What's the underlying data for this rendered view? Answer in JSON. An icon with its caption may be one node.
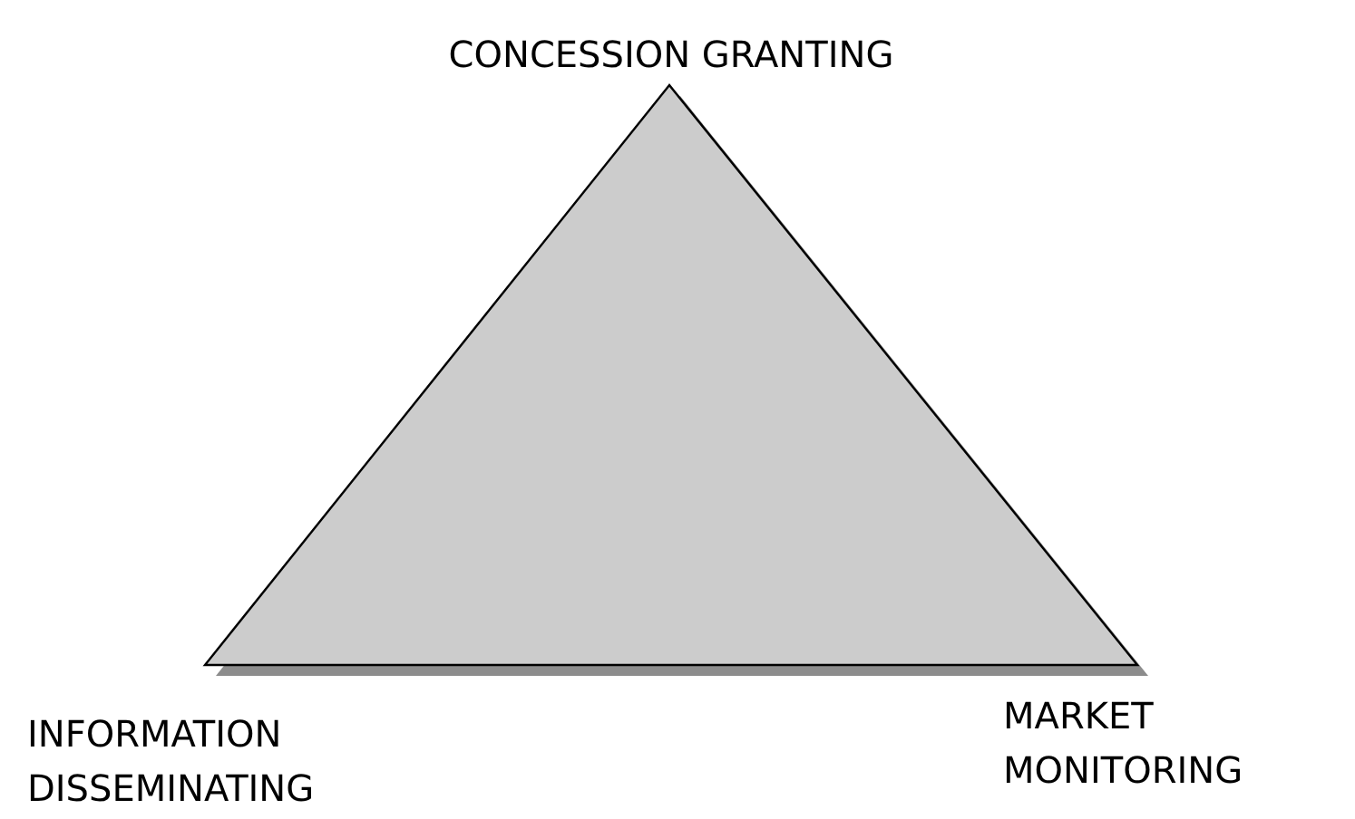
{
  "diagram": {
    "nodes": [
      {
        "text": [],
        "shape": "triangle"
      }
    ],
    "labels": [
      "CONCESSION GRANTING",
      "INFORMATION DISSEMINATING",
      "MARKET MONITORING"
    ]
  }
}
